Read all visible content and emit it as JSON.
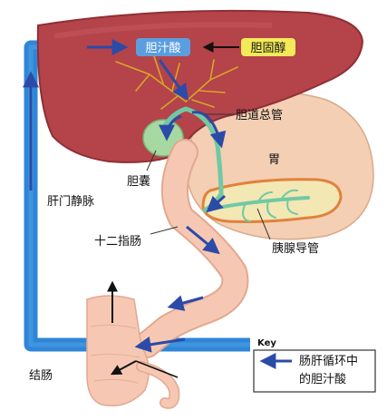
{
  "labels": {
    "bile_acid": "胆汁酸",
    "cholesterol": "胆固醇",
    "common_bile_duct": "胆道总管",
    "stomach": "胃",
    "gallbladder": "胆囊",
    "portal_vein": "肝门静脉",
    "duodenum": "十二指肠",
    "pancreatic_duct": "胰腺导管",
    "colon": "结肠"
  },
  "key": {
    "title": "Key",
    "line1": "肠肝循环中",
    "line2": "的胆汁酸"
  },
  "colors": {
    "liver": "#b4434a",
    "liver_dark": "#8f2f36",
    "biliary": "#d8a52a",
    "portal_vein": "#2f86d6",
    "arrow": "#2c4aa8",
    "gallbladder": "#a6d8a2",
    "bile_duct": "#70c9a4",
    "stomach": "#f4cfb3",
    "intestine": "#f6c8b3",
    "pancreas": "#f3e7b4",
    "bile_acid_box": "#5b9ee0",
    "cholesterol_box": "#f2ea58"
  }
}
